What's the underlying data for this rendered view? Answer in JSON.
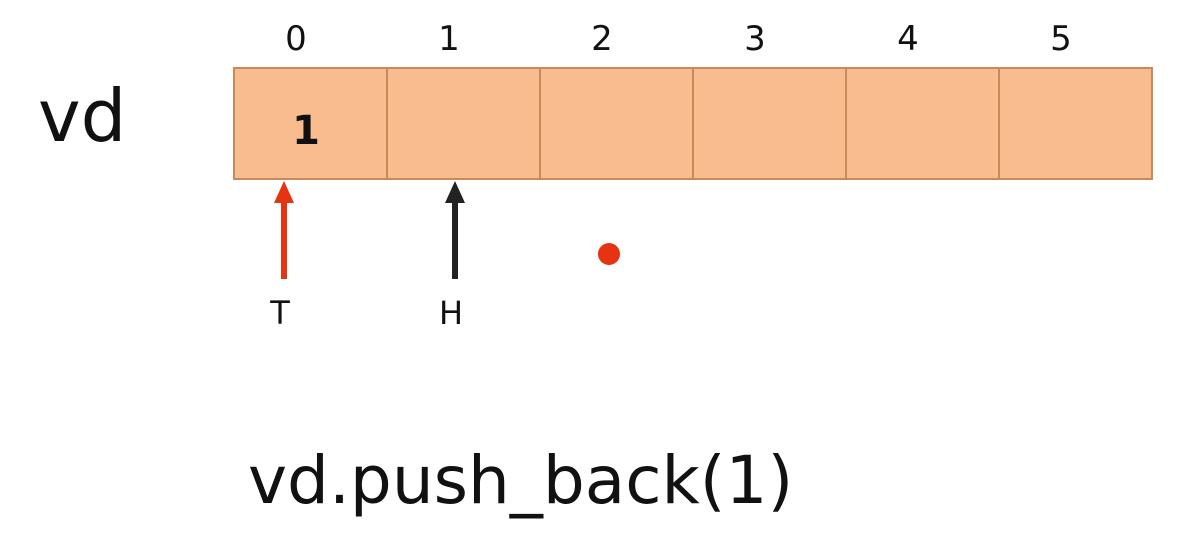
{
  "variable": "vd",
  "caption": "vd.push_back(1)",
  "indices": [
    "0",
    "1",
    "2",
    "3",
    "4",
    "5"
  ],
  "cells": [
    "1",
    "",
    "",
    "",
    "",
    ""
  ],
  "pointers": [
    {
      "label": "T",
      "cell": 0,
      "color": "#e63312"
    },
    {
      "label": "H",
      "cell": 1,
      "color": "#222222"
    }
  ],
  "colors": {
    "cell_fill": "#f8bc8f",
    "cell_border": "#c98a5a",
    "marker_dot": "#e63312"
  }
}
